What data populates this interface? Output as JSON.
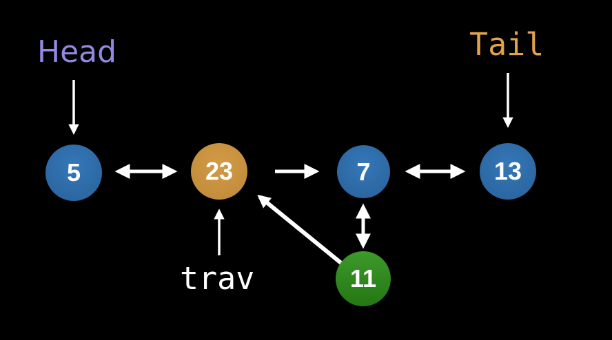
{
  "diagram": {
    "kind": "doubly-linked-list-with-insertion",
    "labels": {
      "head": "Head",
      "tail": "Tail",
      "trav": "trav"
    },
    "nodes": [
      {
        "id": "5",
        "value": "5",
        "color": "#2e6dab",
        "role": "head"
      },
      {
        "id": "23",
        "value": "23",
        "color": "#c8913f",
        "role": "trav-target"
      },
      {
        "id": "7",
        "value": "7",
        "color": "#2e6dab",
        "role": "list-node"
      },
      {
        "id": "13",
        "value": "13",
        "color": "#2e6dab",
        "role": "tail"
      },
      {
        "id": "11",
        "value": "11",
        "color": "#2f861e",
        "role": "inserted-node"
      }
    ],
    "edges": [
      {
        "from": "5",
        "to": "23",
        "direction": "bidirectional"
      },
      {
        "from": "23",
        "to": "7",
        "direction": "forward"
      },
      {
        "from": "7",
        "to": "13",
        "direction": "bidirectional"
      },
      {
        "from": "7",
        "to": "11",
        "direction": "bidirectional"
      },
      {
        "from": "11",
        "to": "23",
        "direction": "forward"
      }
    ],
    "pointers": [
      {
        "label": "Head",
        "target": "5"
      },
      {
        "label": "Tail",
        "target": "13"
      },
      {
        "label": "trav",
        "target": "23"
      }
    ],
    "colors": {
      "background": "#000000",
      "head_label": "#928ae2",
      "tail_label": "#e2a34c",
      "trav_label": "#ffffff",
      "node_blue": "#2e6dab",
      "node_orange": "#c8913f",
      "node_green": "#2f861e",
      "node_text": "#ffffff",
      "arrow": "#ffffff"
    }
  }
}
